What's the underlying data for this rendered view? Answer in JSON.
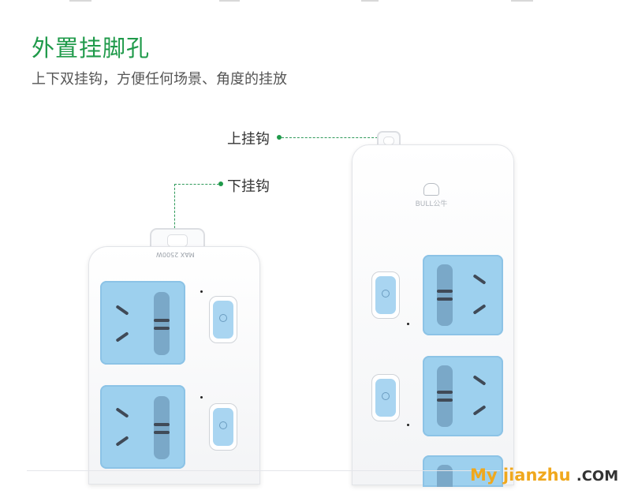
{
  "header": {
    "title": "外置挂脚孔",
    "subtitle": "上下双挂钩，方便任何场景、角度的挂放"
  },
  "callouts": {
    "upper_hook": "上挂钩",
    "lower_hook": "下挂钩"
  },
  "product": {
    "rating_text": "MAX 2500W",
    "brand_text": "BULL公牛"
  },
  "watermark": {
    "brand": "My jianzhu",
    "suffix": ".COM"
  },
  "colors": {
    "title_green": "#1f9a4a",
    "socket_blue": "#9dd0ee",
    "watermark_orange": "#f0a81d"
  },
  "icons": [
    "power-icon",
    "bull-logo-icon"
  ]
}
